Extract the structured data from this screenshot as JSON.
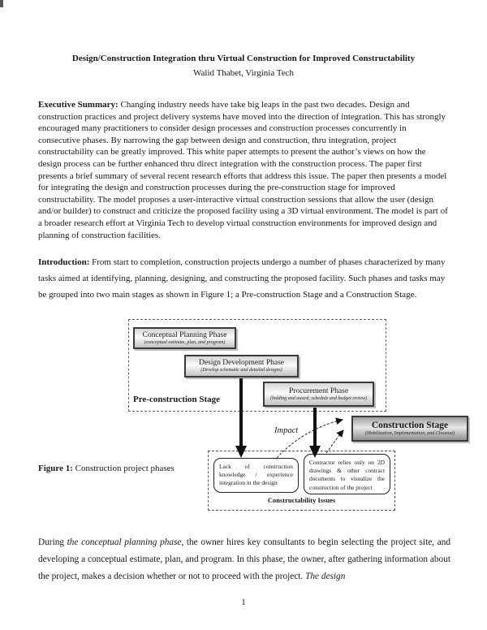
{
  "header": {
    "title": "Design/Construction Integration thru Virtual Construction for Improved Constructability",
    "author": "Walid Thabet, Virginia Tech"
  },
  "executive_summary": {
    "label": "Executive Summary:",
    "text": " Changing industry needs have take big leaps in the past two decades. Design and construction practices and project delivery systems have moved into the direction of integration. This has strongly encouraged many practitioners to consider design processes and construction processes concurrently in consecutive phases. By narrowing the gap between design and construction, thru integration, project constructability can be greatly improved. This white paper attempts to present the author’s views on how the design process can be further enhanced thru direct integration with the construction process. The paper first presents a brief summary of several recent research efforts that address this issue. The paper then presents a model for integrating the design and construction processes during the pre-construction stage for improved constructability. The model proposes a user-interactive virtual construction sessions that allow the user (design and/or builder) to construct and criticize the proposed facility using a 3D virtual environment. The model is part of a broader research effort at Virginia Tech to develop virtual construction environments for improved design and planning of construction facilities."
  },
  "introduction": {
    "label": "Introduction:",
    "text": " From start to completion, construction projects undergo a number of phases characterized by many tasks aimed at identifying, planning, designing, and constructing the proposed facility. Such phases and tasks may be grouped into two main stages as shown in Figure 1; a Pre-construction Stage and a Construction Stage."
  },
  "figure": {
    "caption_label": "Figure 1:",
    "caption_text": " Construction project phases",
    "pre_construction_stage_label": "Pre-construction Stage",
    "impact_label": "Impact",
    "phases": {
      "conceptual": {
        "title": "Conceptual Planning Phase",
        "subtitle": "(conceptual estimate, plan, and program)"
      },
      "design": {
        "title": "Design Development Phase",
        "subtitle": "(Develop schematic and detailed designs)"
      },
      "procurement": {
        "title": "Procurement Phase",
        "subtitle": "(bidding and award, schedule and budget review)"
      },
      "construction": {
        "title": "Construction Stage",
        "subtitle": "(Mobilization, Implementation, and Closeout)"
      }
    },
    "issues": {
      "title": "Constructability Issues",
      "box1": "Lack of construction knowledge / experience integration in the design",
      "box2": "Contractor relies only on 2D drawings & other contract documents to visualize the construction of the project"
    }
  },
  "body_paragraph": {
    "part1": "During ",
    "italic1": "the conceptual planning phase",
    "part2": ", the owner hires key consultants to begin selecting the project site, and developing a conceptual estimate, plan, and program.  In this phase, the owner, after gathering information about the project, makes a decision whether or not to proceed with the project. ",
    "italic2": "The design"
  },
  "page": {
    "number": "1"
  }
}
